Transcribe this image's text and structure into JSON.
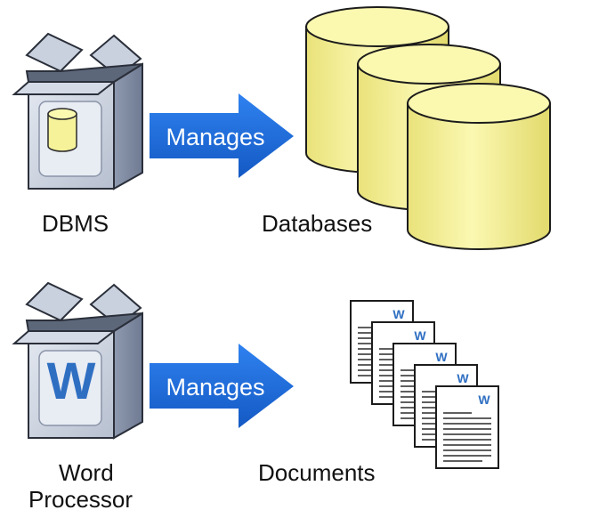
{
  "rows": [
    {
      "software_label": "DBMS",
      "software_icon": "dbms-box-icon",
      "relation_label": "Manages",
      "target_label": "Databases",
      "target_icon": "database-cylinder-icon"
    },
    {
      "software_label_line1": "Word",
      "software_label_line2": "Processor",
      "software_icon": "word-processor-box-icon",
      "relation_label": "Manages",
      "target_label": "Documents",
      "target_icon": "word-document-icon",
      "doc_glyph": "W"
    }
  ],
  "colors": {
    "arrow": "#1a6ad9",
    "cylinder": "#f6f29a",
    "box": "#b9c3d5",
    "w_logo": "#2f6fc2"
  }
}
